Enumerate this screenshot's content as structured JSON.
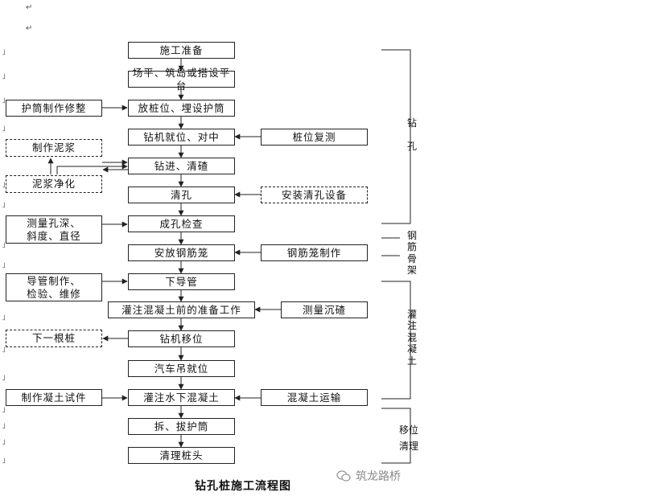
{
  "title": "钻孔桩施工流程图",
  "watermark": "筑龙路桥",
  "para_mark": "↵",
  "margin_mark": "˩",
  "main": {
    "s1": "施工准备",
    "s2": "场平、筑岛或搭设平台",
    "s3": "放桩位、埋设护筒",
    "s4": "钻机就位、对中",
    "s5": "钻进、清碴",
    "s6": "清孔",
    "s7": "成孔检查",
    "s8": "安放钢筋笼",
    "s9": "下导管",
    "s10": "灌注混凝土前的准备工作",
    "s11": "钻机移位",
    "s12": "汽车吊就位",
    "s13": "灌注水下混凝土",
    "s14": "拆、拔护筒",
    "s15": "清理桩头"
  },
  "left": {
    "l1": "护筒制作修整",
    "l2": "制作泥浆",
    "l3": "泥浆净化",
    "l4": "测量孔深、\n斜度、直径",
    "l5": "导管制作、\n检验、维修",
    "l6": "下一根桩",
    "l7": "制作凝土试件"
  },
  "right": {
    "r1": "桩位复测",
    "r2": "安装清孔设备",
    "r3": "钢筋笼制作",
    "r4": "测量沉碴",
    "r5": "混凝土运输"
  },
  "phases": {
    "p1": "钻\n\n孔",
    "p2": "钢\n筋\n骨\n架",
    "p3": "灌\n注\n混\n凝\n土",
    "p4": "移位",
    "p5": "清理"
  }
}
